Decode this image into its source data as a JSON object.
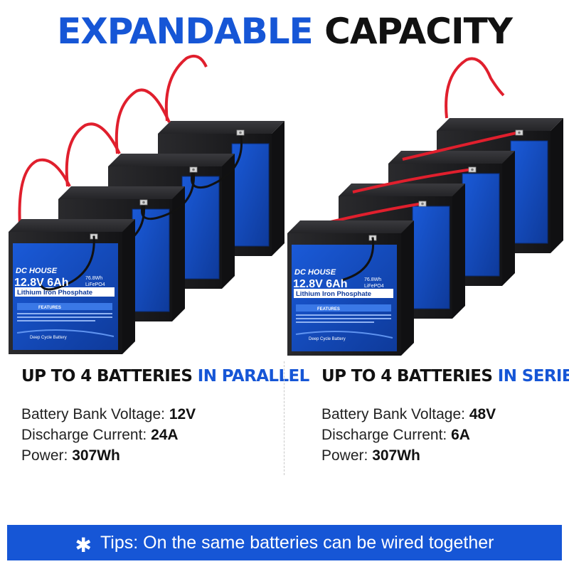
{
  "title": {
    "part1": "EXPANDABLE",
    "part2": "CAPACITY"
  },
  "battery_label": {
    "brand": "DC HOUSE",
    "spec": "12.8V 6Ah",
    "energy": "76.8Wh",
    "chem_short": "LiFePO4",
    "chemistry": "Lithium Iron Phosphate",
    "features": "FEATURES",
    "footer": "Deep Cycle Battery"
  },
  "parallel": {
    "heading_dark": "UP TO 4 BATTERIES",
    "heading_accent": "IN PARALLEL",
    "voltage_label": "Battery Bank Voltage:",
    "voltage_value": "12V",
    "current_label": "Discharge Current:",
    "current_value": "24A",
    "power_label": "Power:",
    "power_value": "307Wh"
  },
  "series": {
    "heading_dark": "UP TO 4 BATTERIES",
    "heading_accent": "IN SERIES",
    "voltage_label": "Battery Bank Voltage:",
    "voltage_value": "48V",
    "current_label": "Discharge Current:",
    "current_value": "6A",
    "power_label": "Power:",
    "power_value": "307Wh"
  },
  "tips": {
    "text": "Tips: On the same batteries can be wired together"
  },
  "colors": {
    "accent": "#1656d6",
    "battery_case": "#1c1c1e",
    "label_blue": "#1450c8",
    "cable_red": "#e01f2d",
    "cable_black": "#111111"
  }
}
